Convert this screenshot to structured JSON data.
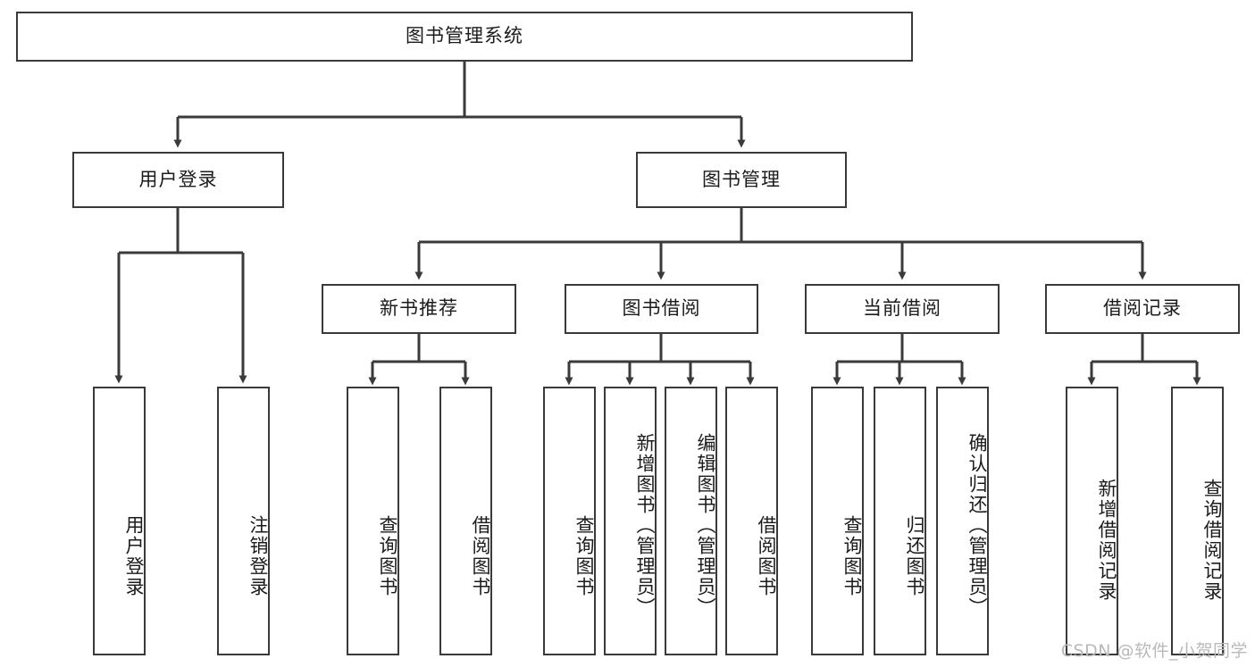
{
  "diagram": {
    "type": "tree-hierarchy",
    "title": "图书管理系统",
    "watermark": "CSDN @软件_小贺同学",
    "colors": {
      "box_border": "#3a3a3a",
      "box_fill": "#ffffff",
      "edge": "#3a3a3a",
      "text": "#1b1b1b",
      "watermark": "#b9b9b9"
    },
    "nodes": {
      "root": {
        "label": "图书管理系统",
        "level": 1,
        "orientation": "horizontal"
      },
      "l2": [
        {
          "id": "user-login",
          "label": "用户登录",
          "level": 2,
          "orientation": "horizontal"
        },
        {
          "id": "book-management",
          "label": "图书管理",
          "level": 2,
          "orientation": "horizontal"
        }
      ],
      "l3": [
        {
          "id": "new-book-recommend",
          "label": "新书推荐",
          "level": 3,
          "orientation": "horizontal",
          "parent": "book-management"
        },
        {
          "id": "book-borrow",
          "label": "图书借阅",
          "level": 3,
          "orientation": "horizontal",
          "parent": "book-management"
        },
        {
          "id": "current-borrow",
          "label": "当前借阅",
          "level": 3,
          "orientation": "horizontal",
          "parent": "book-management"
        },
        {
          "id": "borrow-record",
          "label": "借阅记录",
          "level": 3,
          "orientation": "horizontal",
          "parent": "book-management"
        }
      ],
      "leaves": [
        {
          "id": "leaf-user-login",
          "label": "用户登录",
          "parent": "user-login",
          "orientation": "vertical"
        },
        {
          "id": "leaf-logout",
          "label": "注销登录",
          "parent": "user-login",
          "orientation": "vertical"
        },
        {
          "id": "leaf-query-book-1",
          "label": "查询图书",
          "parent": "new-book-recommend",
          "orientation": "vertical"
        },
        {
          "id": "leaf-borrow-book-1",
          "label": "借阅图书",
          "parent": "new-book-recommend",
          "orientation": "vertical"
        },
        {
          "id": "leaf-query-book-2",
          "label": "查询图书",
          "parent": "book-borrow",
          "orientation": "vertical"
        },
        {
          "id": "leaf-add-book",
          "label": "新增图书（管理员）",
          "parent": "book-borrow",
          "orientation": "vertical"
        },
        {
          "id": "leaf-edit-book",
          "label": "编辑图书（管理员）",
          "parent": "book-borrow",
          "orientation": "vertical"
        },
        {
          "id": "leaf-borrow-book-2",
          "label": "借阅图书",
          "parent": "book-borrow",
          "orientation": "vertical"
        },
        {
          "id": "leaf-query-book-3",
          "label": "查询图书",
          "parent": "current-borrow",
          "orientation": "vertical"
        },
        {
          "id": "leaf-return-book",
          "label": "归还图书",
          "parent": "current-borrow",
          "orientation": "vertical"
        },
        {
          "id": "leaf-confirm-return",
          "label": "确认归还（管理员）",
          "parent": "current-borrow",
          "orientation": "vertical"
        },
        {
          "id": "leaf-add-record",
          "label": "新增借阅记录",
          "parent": "borrow-record",
          "orientation": "vertical"
        },
        {
          "id": "leaf-query-record",
          "label": "查询借阅记录",
          "parent": "borrow-record",
          "orientation": "vertical"
        }
      ]
    }
  }
}
